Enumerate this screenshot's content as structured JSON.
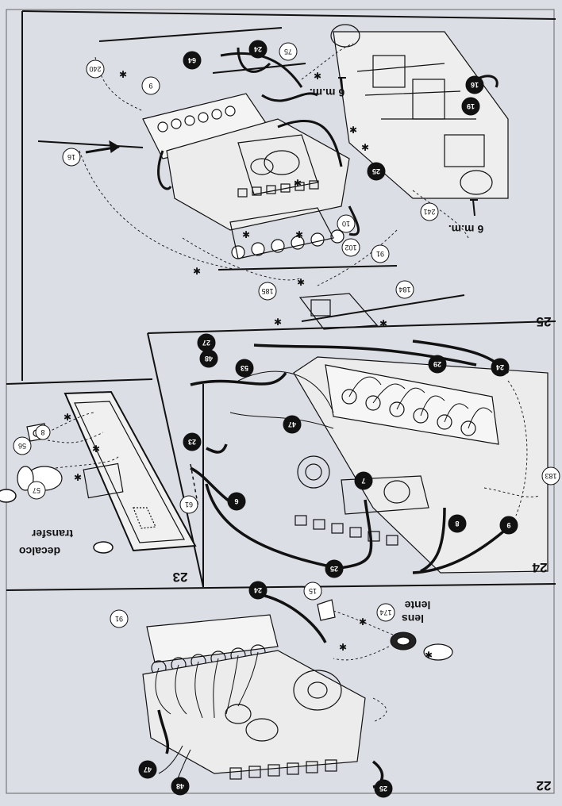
{
  "panels": {
    "p22": "22",
    "p23": "23",
    "p24": "24",
    "p25": "25"
  },
  "labels_p25": {
    "l240": "240",
    "l9": "9",
    "l16": "16",
    "l64": "64",
    "l24": "24",
    "l75": "75",
    "l6mm_a": "6 m.m.",
    "l16b": "16",
    "l19": "19",
    "l25": "25",
    "l10": "10",
    "l241": "241",
    "l6mm_b": "6 m.m.",
    "l102": "102",
    "l91": "91",
    "l185": "185",
    "l184": "184"
  },
  "labels_p24": {
    "l27": "27",
    "l48": "48",
    "l53": "53",
    "l29": "29",
    "l24": "24",
    "l47": "47",
    "l23": "23",
    "l7": "7",
    "l6": "6",
    "l183": "183",
    "l8": "8",
    "l9": "9",
    "l25": "25"
  },
  "labels_p23": {
    "l8": "8",
    "l56": "56",
    "l57": "57",
    "l61": "61",
    "transfer": "transfer",
    "decalco": "decalco"
  },
  "labels_p22": {
    "l24": "24",
    "l15": "15",
    "l174": "174",
    "lente": "lente",
    "lens": "lens",
    "l91": "91",
    "l47": "47",
    "l48": "48",
    "l25": "25"
  }
}
